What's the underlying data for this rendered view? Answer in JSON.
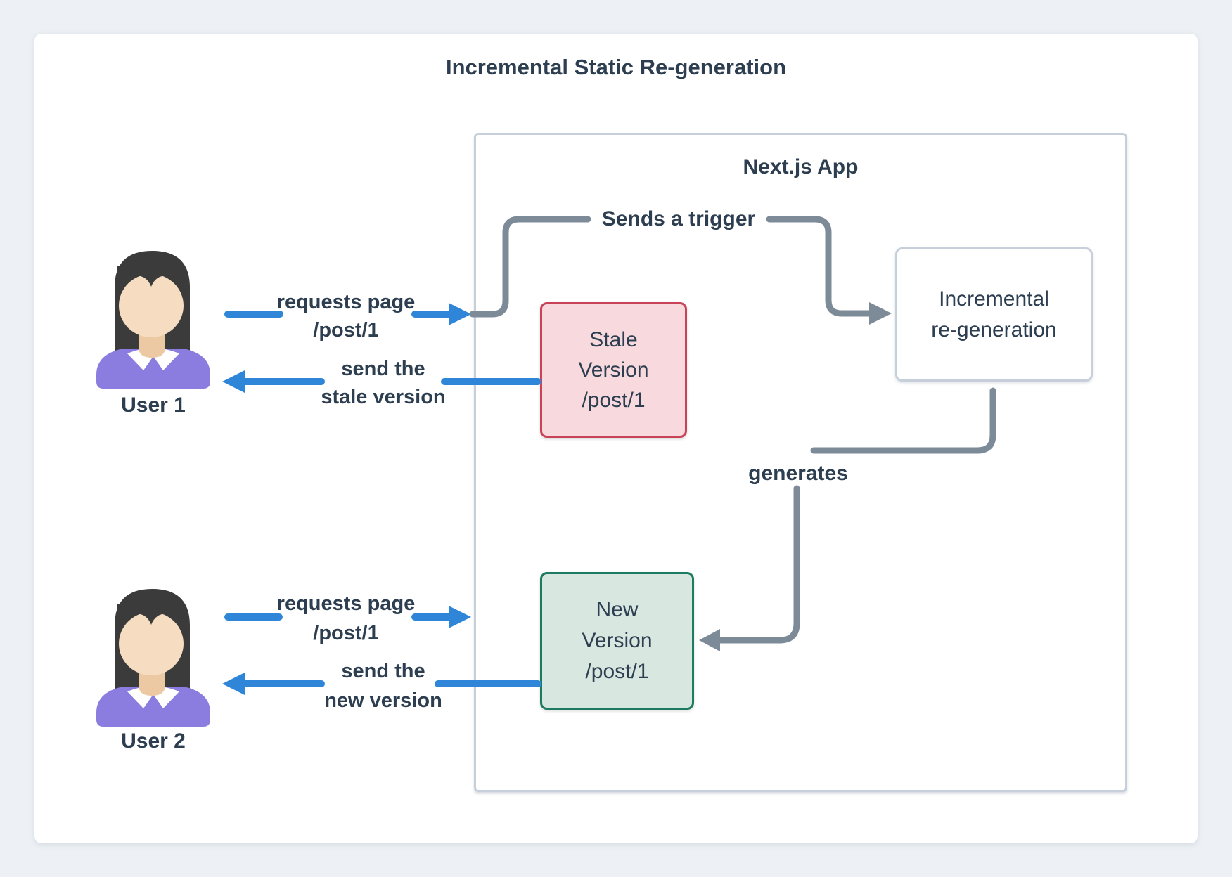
{
  "title": "Incremental Static Re-generation",
  "app_box": {
    "label": "Next.js App"
  },
  "nodes": {
    "incremental": {
      "lines": [
        "Incremental",
        "re-generation"
      ]
    },
    "stale": {
      "lines": [
        "Stale",
        "Version",
        "/post/1"
      ]
    },
    "fresh": {
      "lines": [
        "New",
        "Version",
        "/post/1"
      ]
    }
  },
  "users": [
    {
      "label": "User 1"
    },
    {
      "label": "User 2"
    }
  ],
  "edges": {
    "trigger": "Sends a trigger",
    "generates": "generates",
    "user1_request": [
      "requests page",
      "/post/1"
    ],
    "user1_response": [
      "send the",
      "stale version"
    ],
    "user2_request": [
      "requests page",
      "/post/1"
    ],
    "user2_response": [
      "send the",
      "new version"
    ]
  },
  "colors": {
    "background": "#edf1f5",
    "card": "#ffffff",
    "text": "#2c3e50",
    "connector_gray": "#7d8b99",
    "arrow_blue": "#2f86d8",
    "box_border_light": "#c7d0da",
    "stale_border": "#c94358",
    "stale_fill": "#f8dade",
    "new_border": "#1d7b61",
    "new_fill": "#d9e7e1",
    "avatar_hair": "#3b3b3b",
    "avatar_skin": "#f6ddc2",
    "avatar_neck": "#ecc9a3",
    "avatar_shirt": "#8b7de0",
    "avatar_collar": "#ffffff"
  }
}
